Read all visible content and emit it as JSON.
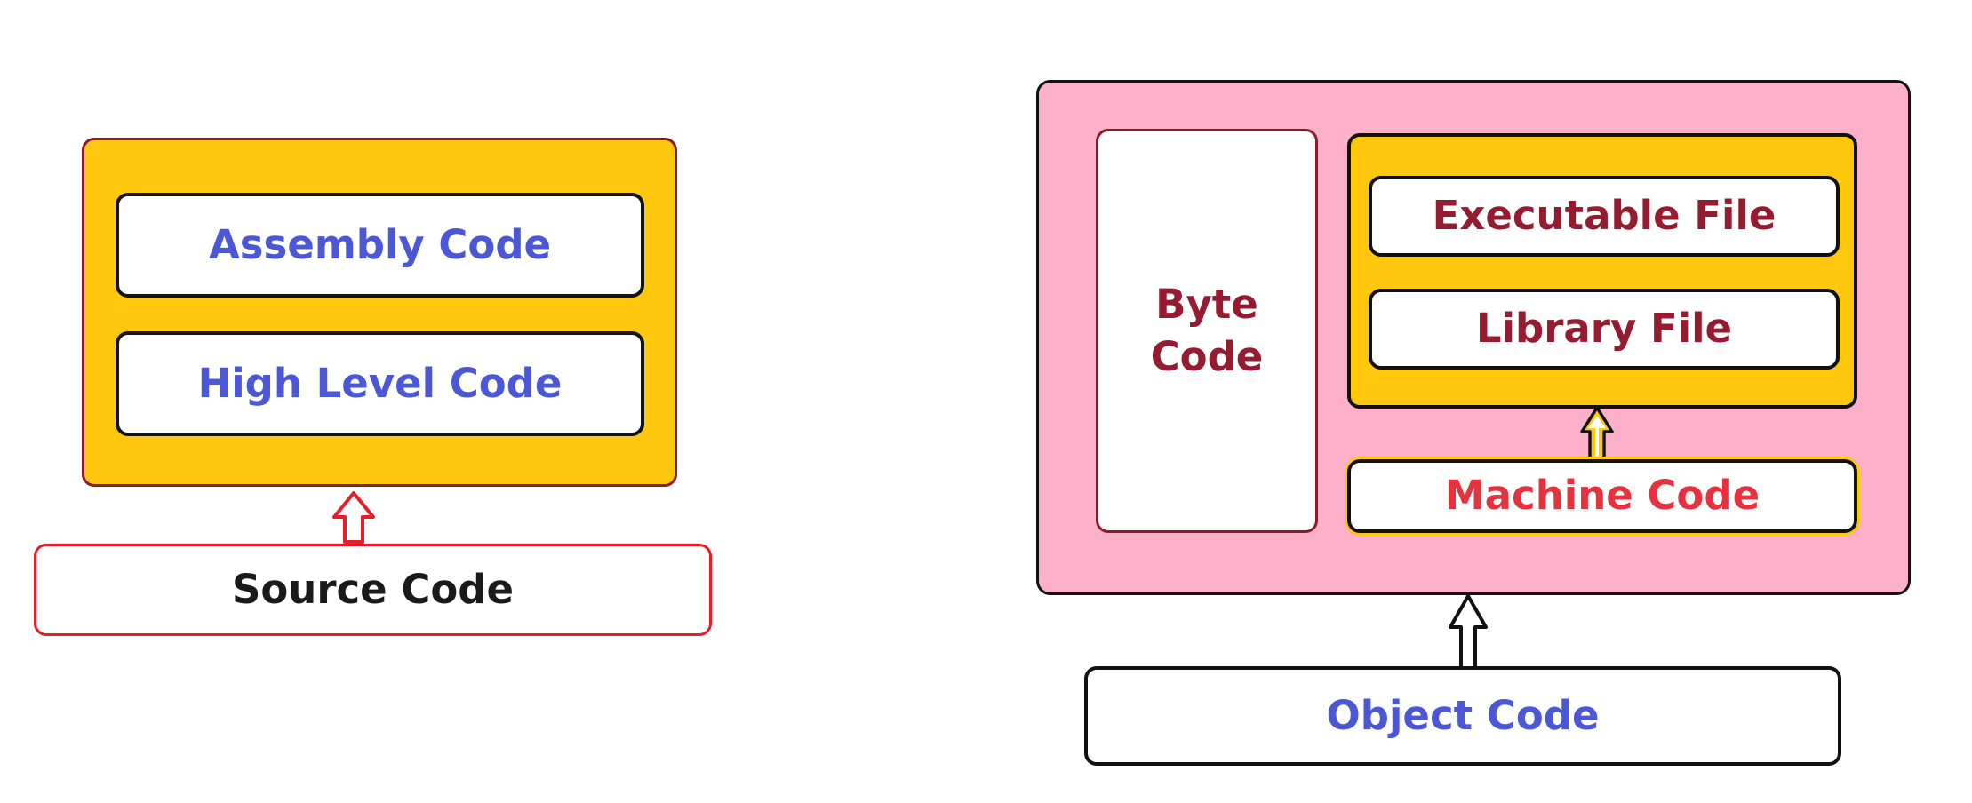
{
  "left": {
    "assembly_code": "Assembly Code",
    "high_level_code": "High Level Code",
    "source_code": "Source Code"
  },
  "right": {
    "byte_code_line1": "Byte",
    "byte_code_line2": "Code",
    "executable_file": "Executable File",
    "library_file": "Library File",
    "machine_code": "Machine Code",
    "object_code": "Object Code"
  },
  "colors": {
    "yellow_fill": "#ffc70d",
    "pink_fill": "#fdb0c9",
    "blue_text": "#4b57d4",
    "maroon_text": "#941b30",
    "red_text": "#e5323f",
    "red_border": "#e51e2a",
    "dark_border": "#111111"
  }
}
